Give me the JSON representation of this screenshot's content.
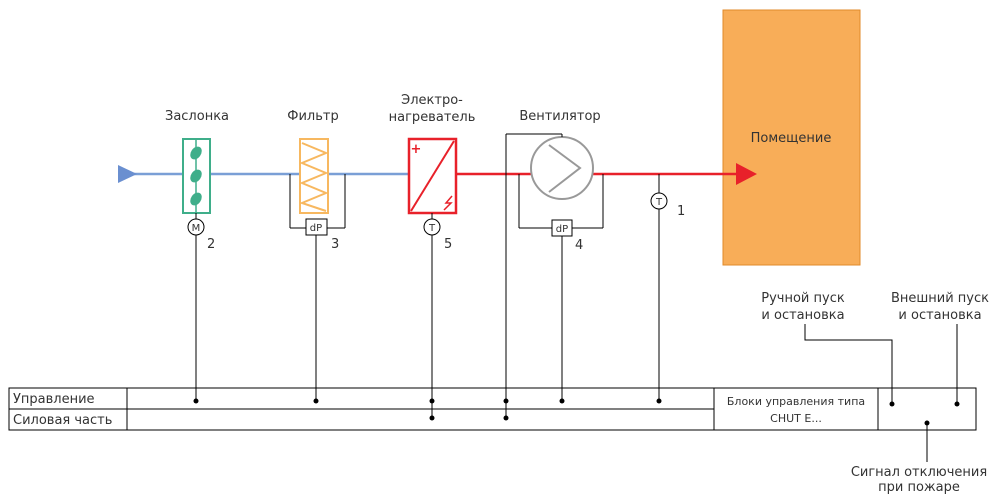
{
  "components": {
    "damper": "Заслонка",
    "filter": "Фильтр",
    "heater_line1": "Электро-",
    "heater_line2": "нагреватель",
    "fan": "Вентилятор"
  },
  "room": "Помещение",
  "sensors": {
    "m_symbol": "M",
    "t_symbol": "T",
    "dp_symbol": "dP",
    "n1": "1",
    "n2": "2",
    "n3": "3",
    "n4": "4",
    "n5": "5"
  },
  "bus": {
    "control": "Управление",
    "power": "Силовая часть",
    "block_line1": "Блоки управления типа",
    "block_line2": "CHUT E..."
  },
  "signals": {
    "manual_line1": "Ручной пуск",
    "manual_line2": "и остановка",
    "external_line1": "Внешний пуск",
    "external_line2": "и остановка",
    "fire_line1": "Сигнал отключения",
    "fire_line2": "при пожаре"
  },
  "colors": {
    "supply_air": "#7a9fd6",
    "heated_air": "#e8212a",
    "damper": "#3fae8a",
    "filter": "#f7b860",
    "heater": "#e8212a",
    "fan": "#999999",
    "room_fill": "#f8ad58",
    "room_border": "#e08a2a"
  }
}
